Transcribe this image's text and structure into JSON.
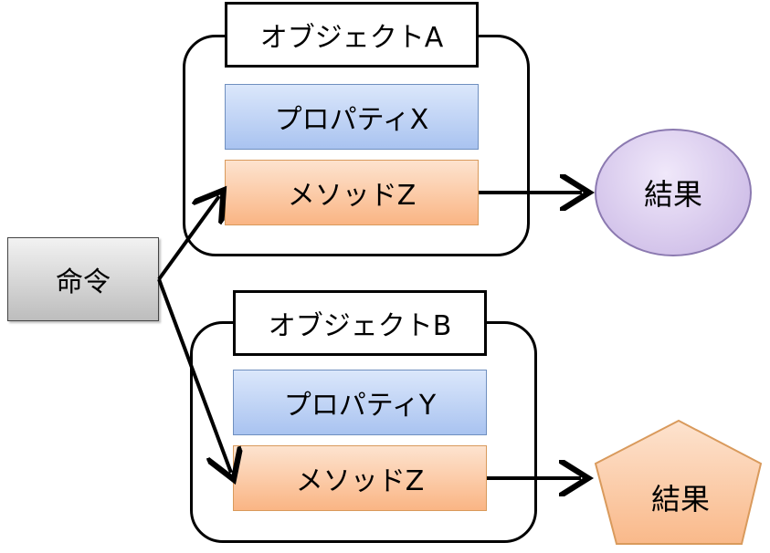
{
  "command": {
    "label": "命令"
  },
  "object_a": {
    "title": "オブジェクトA",
    "property": "プロパティX",
    "method": "メソッドZ"
  },
  "object_b": {
    "title": "オブジェクトB",
    "property": "プロパティY",
    "method": "メソッドZ"
  },
  "result_a": {
    "label": "結果"
  },
  "result_b": {
    "label": "結果"
  },
  "colors": {
    "property_fill": "#a9c3f0",
    "method_fill": "#fab584",
    "result_a_fill": "#c6b3e3",
    "result_b_fill": "#fcd0ad",
    "command_fill": "#d9d9d9"
  }
}
